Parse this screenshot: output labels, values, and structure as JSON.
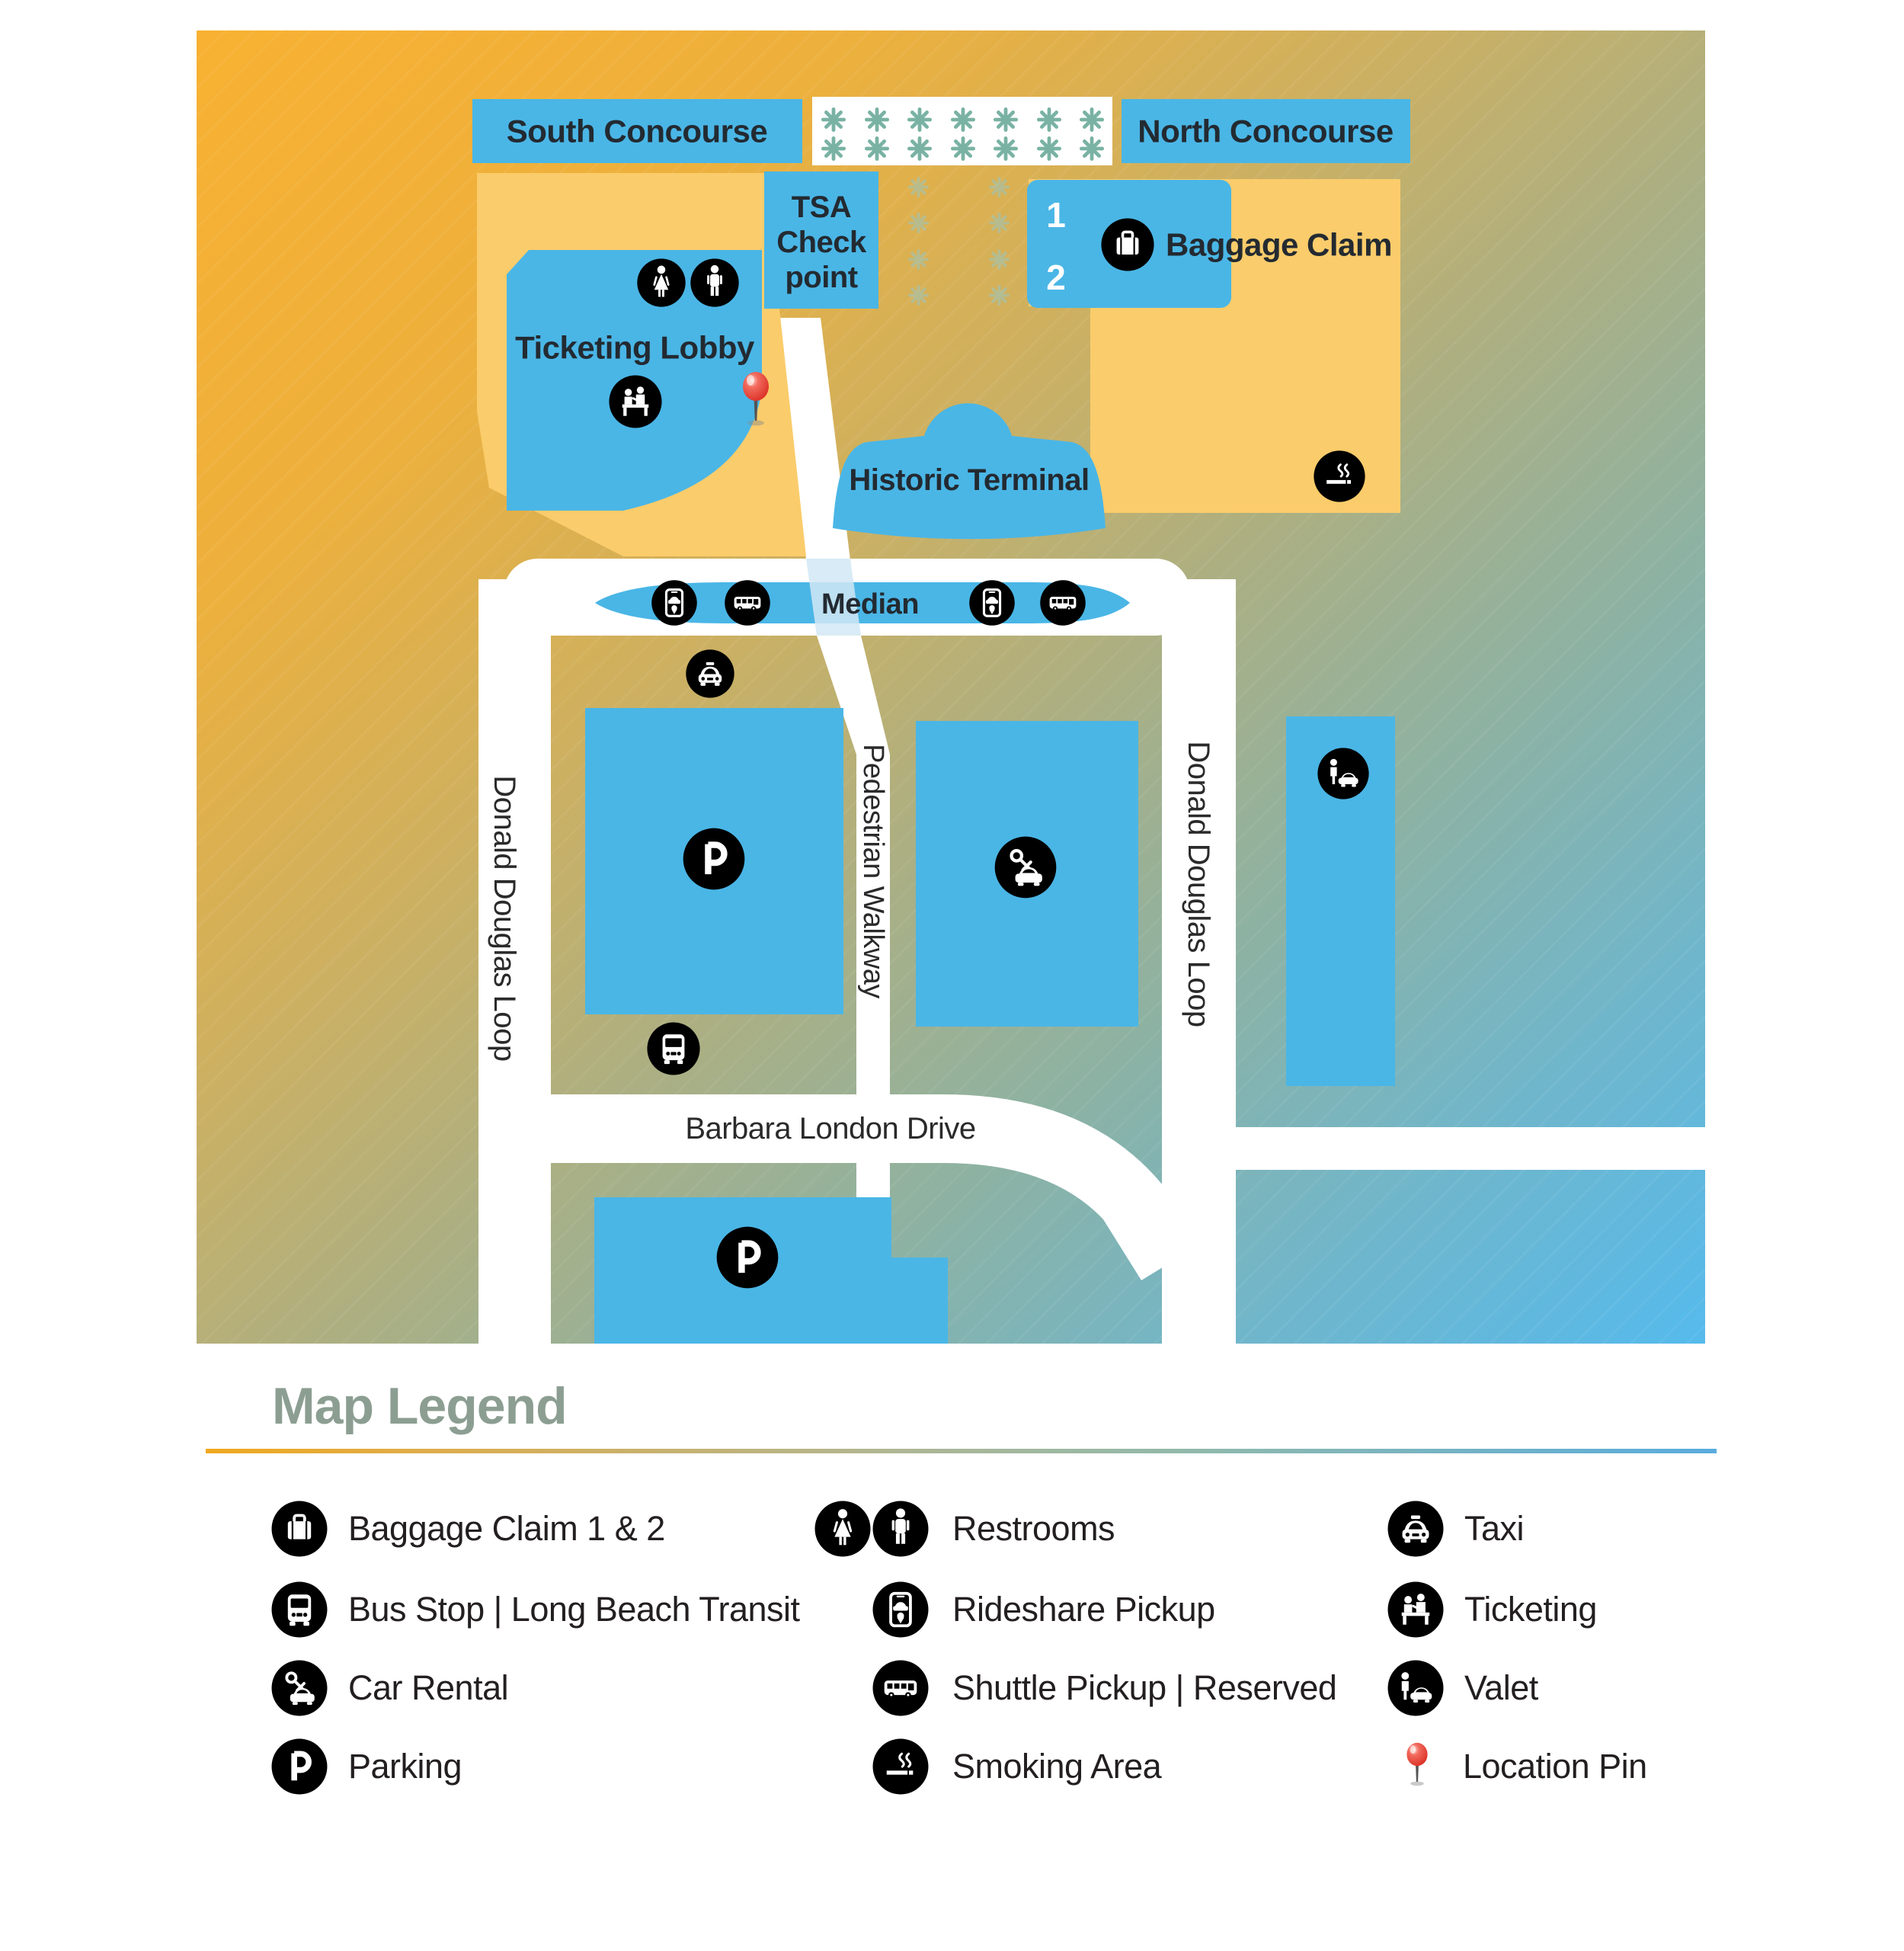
{
  "map": {
    "labels": {
      "south_concourse": "South Concourse",
      "north_concourse": "North Concourse",
      "tsa_line1": "TSA",
      "tsa_line2": "Check",
      "tsa_line3": "point",
      "carousel_1": "1",
      "carousel_2": "2",
      "baggage_claim": "Baggage Claim",
      "ticketing_lobby": "Ticketing Lobby",
      "historic_terminal": "Historic Terminal",
      "median": "Median",
      "donald_douglas_loop": "Donald Douglas Loop",
      "pedestrian_walkway": "Pedestrian Walkway",
      "barbara_london_drive": "Barbara London Drive"
    },
    "icons": [
      "restroom-woman",
      "restroom-man",
      "ticketing",
      "location-pin",
      "baggage-claim",
      "smoking",
      "rideshare-pickup",
      "shuttle-pickup",
      "taxi",
      "parking",
      "car-rental",
      "valet",
      "bus-stop"
    ],
    "colors": {
      "feature_blue": "#4AB6E6",
      "building_orange": "#FACC6B",
      "star_teal": "#79B2A3",
      "gradient_yellow": "#F8B132",
      "gradient_olive": "#ABAF83",
      "gradient_blue": "#55BAEC",
      "road_white": "#FFFFFF",
      "pin_red": "#D92B20",
      "label_dark": "#232A31"
    }
  },
  "legend": {
    "title": "Map Legend",
    "columns": [
      [
        {
          "icon": "baggage",
          "label": "Baggage Claim 1 & 2"
        },
        {
          "icon": "bus",
          "label": "Bus Stop | Long Beach Transit"
        },
        {
          "icon": "car-rental",
          "label": "Car Rental"
        },
        {
          "icon": "parking",
          "label": "Parking"
        }
      ],
      [
        {
          "icon": "restrooms",
          "label": "Restrooms"
        },
        {
          "icon": "rideshare",
          "label": "Rideshare Pickup"
        },
        {
          "icon": "shuttle",
          "label": "Shuttle Pickup | Reserved"
        },
        {
          "icon": "smoking",
          "label": "Smoking Area"
        }
      ],
      [
        {
          "icon": "taxi",
          "label": "Taxi"
        },
        {
          "icon": "ticketing",
          "label": "Ticketing"
        },
        {
          "icon": "valet",
          "label": "Valet"
        },
        {
          "icon": "location-pin",
          "label": "Location Pin"
        }
      ]
    ]
  }
}
